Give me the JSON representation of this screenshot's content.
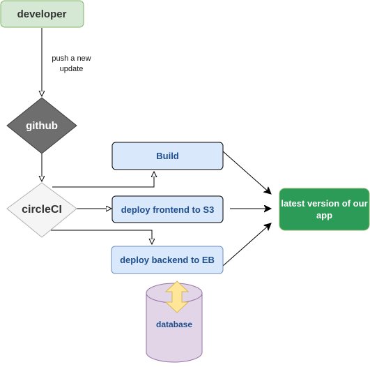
{
  "diagram": {
    "nodes": {
      "developer": {
        "label": "developer",
        "fill": "#d5e8d4",
        "stroke": "#82b366"
      },
      "github": {
        "label": "github",
        "fill": "#6e6e6e",
        "stroke": "#3c3c3c"
      },
      "circleci": {
        "label": "circleCI",
        "fill": "#f5f5f5",
        "stroke": "#b0b0b0"
      },
      "build": {
        "label": "Build",
        "fill": "#dae8fc",
        "stroke": "#000000"
      },
      "deploy_frontend": {
        "label": "deploy frontend to S3",
        "fill": "#dae8fc",
        "stroke": "#000000"
      },
      "deploy_backend": {
        "label": "deploy backend to EB",
        "fill": "#dae8fc",
        "stroke": "#6c8ebf"
      },
      "latest_version": {
        "label": "latest version of our app",
        "fill": "#2d9b58",
        "stroke": "#82b366"
      },
      "database": {
        "label": "database",
        "fill": "#e1d5e7",
        "stroke": "#9673a6"
      }
    },
    "edges": {
      "push": {
        "label": "push a new update"
      }
    },
    "colors": {
      "accent_arrow": "#ffe699",
      "accent_arrow_stroke": "#d6b656",
      "line": "#000000"
    }
  }
}
